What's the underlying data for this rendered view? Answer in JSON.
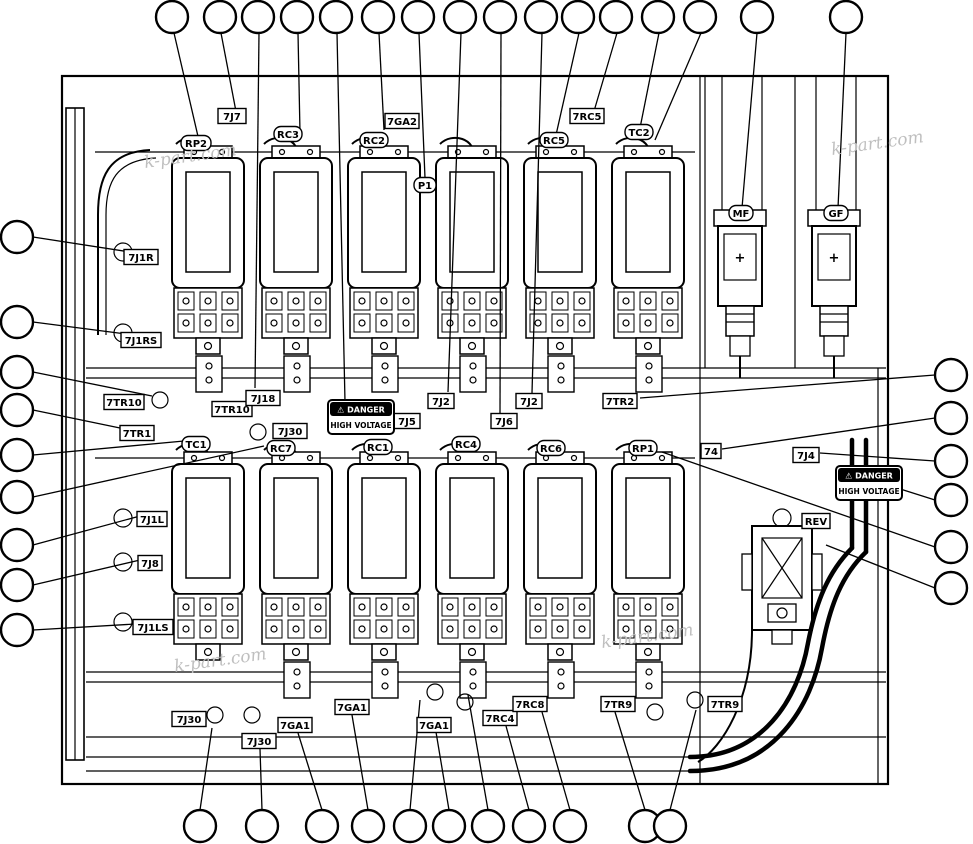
{
  "watermark": "k-part.com",
  "danger": {
    "title": "⚠ DANGER",
    "subtitle": "HIGH VOLTAGE"
  },
  "meters": {
    "plus": "+"
  },
  "labels": {
    "rp2": "RP2",
    "j7": "7J7",
    "rc3": "RC3",
    "ga2": "7GA2",
    "rc2": "RC2",
    "p1": "P1",
    "rc5_conn": "7RC5",
    "rc5": "RC5",
    "tc2": "TC2",
    "mf": "MF",
    "gf": "GF",
    "j1r": "7J1R",
    "j1rs": "7J1RS",
    "tr10": "7TR10",
    "j18": "7J18",
    "tr1": "7TR1",
    "tc1": "TC1",
    "j30": "7J30",
    "rc7": "RC7",
    "rc1": "RC1",
    "j5": "7J5",
    "j2": "7J2",
    "rc4": "RC4",
    "j6": "7J6",
    "rc6": "RC6",
    "tr2": "7TR2",
    "rp1": "RP1",
    "n74": "74",
    "j4": "7J4",
    "rev": "REV",
    "j1l": "7J1L",
    "j8": "7J8",
    "j1ls": "7J1LS",
    "ga1": "7GA1",
    "rc4_conn": "7RC4",
    "rc8_conn": "7RC8",
    "tr9": "7TR9"
  }
}
